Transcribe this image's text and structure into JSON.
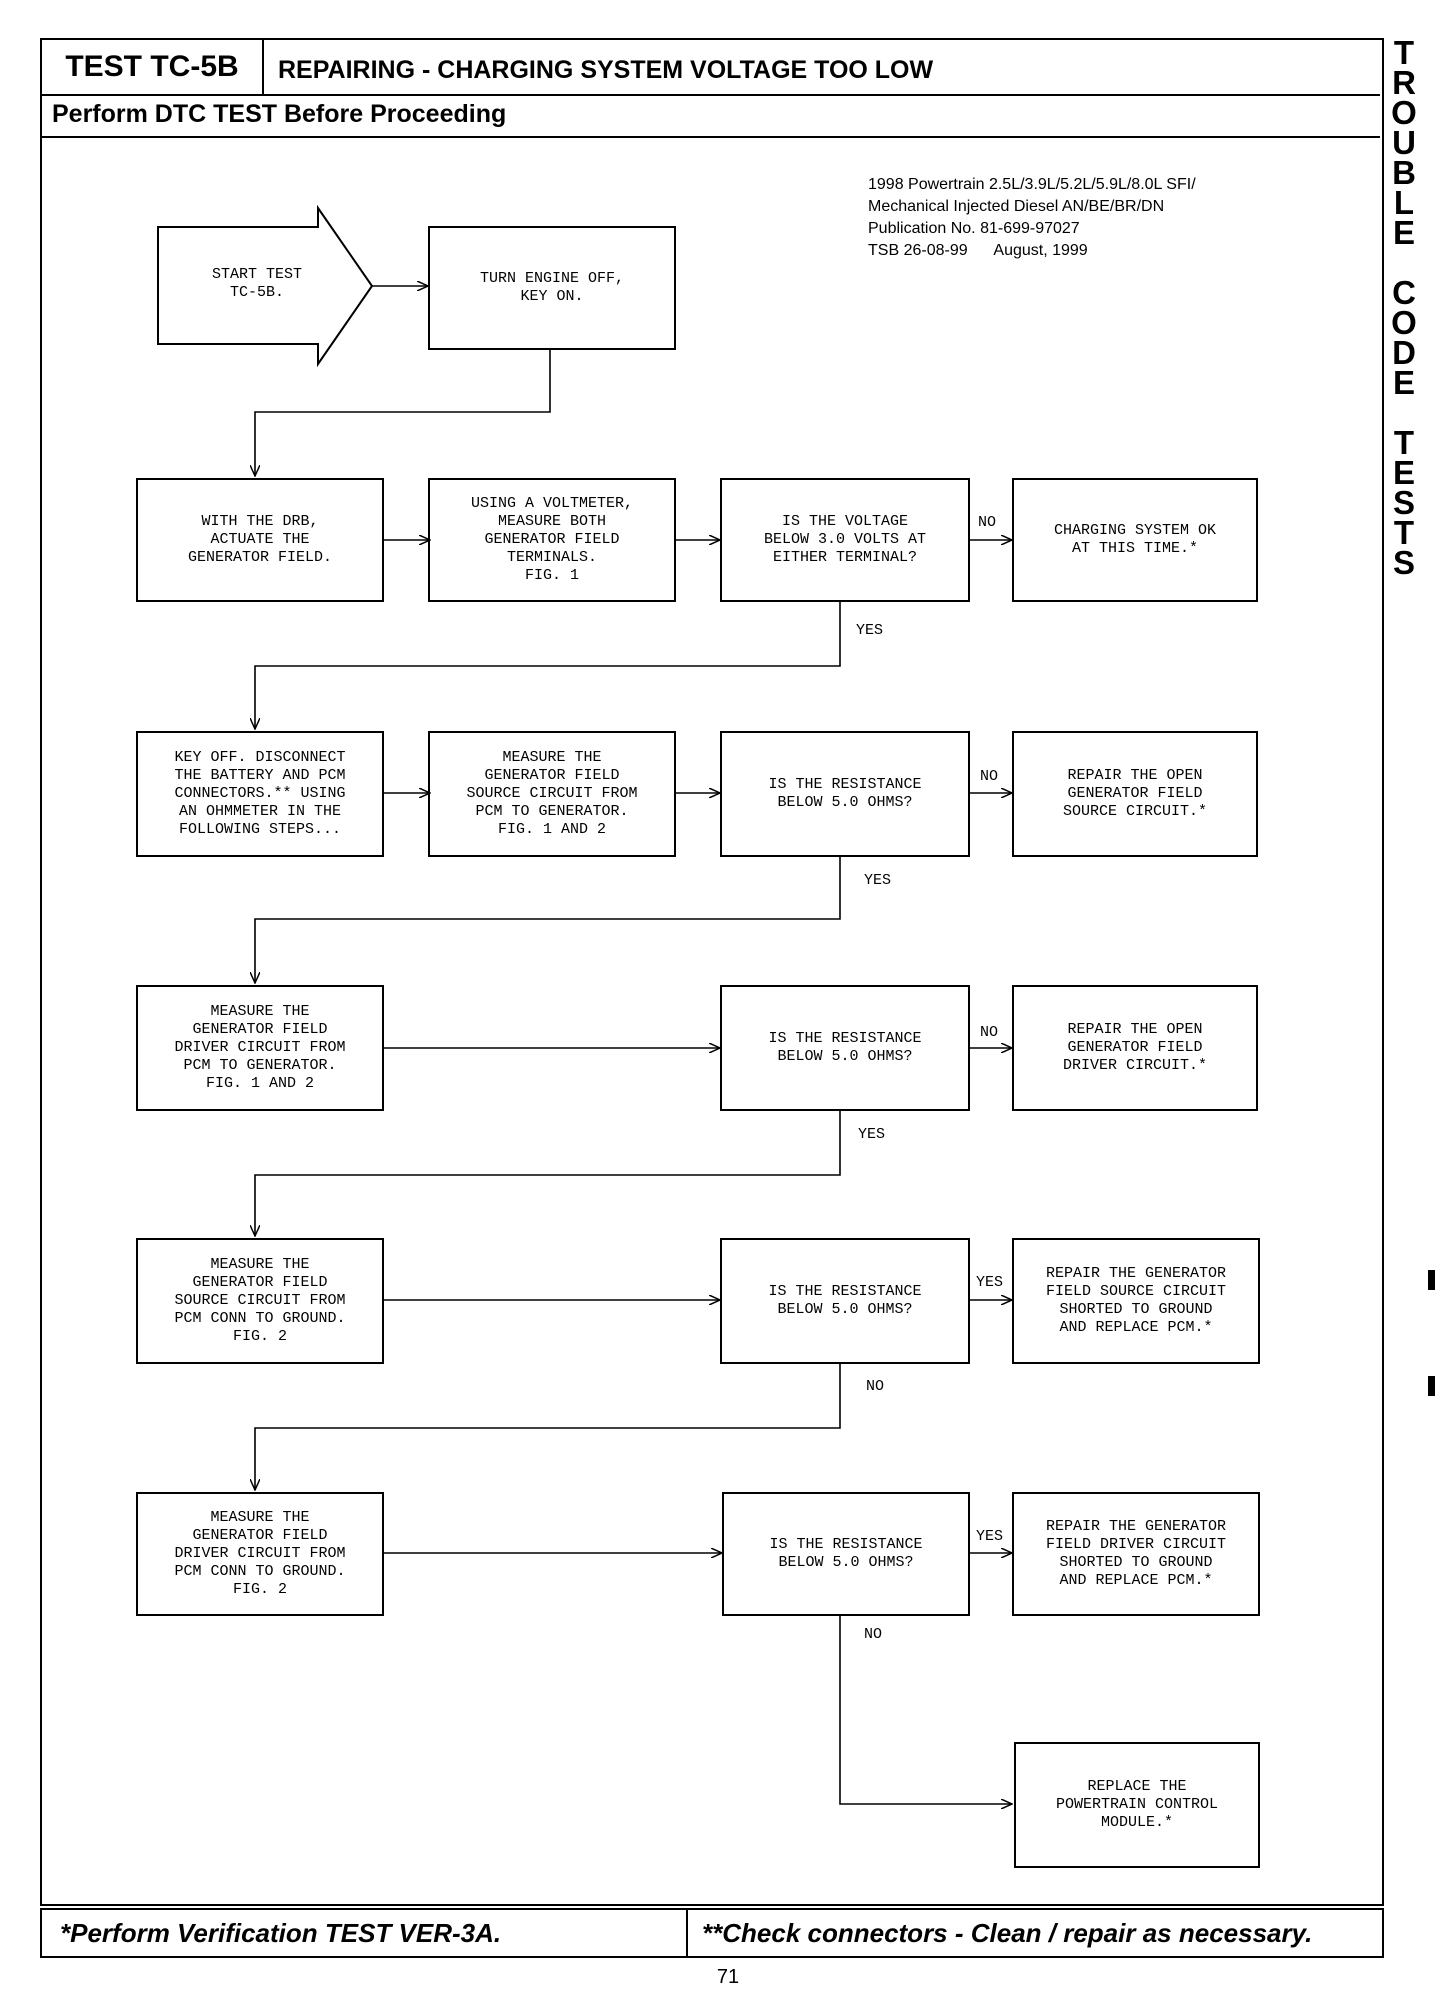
{
  "header": {
    "test_id": "TEST TC-5B",
    "title": "REPAIRING - CHARGING SYSTEM VOLTAGE TOO LOW",
    "subtitle": "Perform DTC TEST Before Proceeding"
  },
  "publication": "1998 Powertrain 2.5L/3.9L/5.2L/5.9L/8.0L SFI/\nMechanical Injected Diesel AN/BE/BR/DN\nPublication No. 81-699-97027\nTSB 26-08-99      August, 1999",
  "side_title": [
    "T",
    "R",
    "O",
    "U",
    "B",
    "L",
    "E",
    "",
    "C",
    "O",
    "D",
    "E",
    "",
    "T",
    "E",
    "S",
    "T",
    "S"
  ],
  "flow": {
    "start": "START TEST\nTC-5B.",
    "turn_off": "TURN ENGINE OFF,\nKEY ON.",
    "drb": "WITH THE DRB,\nACTUATE THE\nGENERATOR FIELD.",
    "voltmeter": "USING A VOLTMETER,\nMEASURE BOTH\nGENERATOR FIELD\nTERMINALS.\nFIG. 1",
    "q_voltage": "IS THE VOLTAGE\nBELOW 3.0 VOLTS AT\nEITHER TERMINAL?",
    "ok": "CHARGING SYSTEM OK\nAT THIS TIME.*",
    "key_off": "KEY OFF. DISCONNECT\nTHE BATTERY AND PCM\nCONNECTORS.** USING\nAN OHMMETER IN THE\nFOLLOWING STEPS...",
    "measure_source": "MEASURE THE\nGENERATOR FIELD\nSOURCE CIRCUIT FROM\nPCM TO GENERATOR.\nFIG. 1 AND 2",
    "q_res1": "IS THE RESISTANCE\nBELOW 5.0 OHMS?",
    "repair_source_open": "REPAIR THE OPEN\nGENERATOR FIELD\nSOURCE CIRCUIT.*",
    "measure_driver": "MEASURE THE\nGENERATOR FIELD\nDRIVER CIRCUIT FROM\nPCM TO GENERATOR.\nFIG. 1 AND 2",
    "q_res2": "IS THE RESISTANCE\nBELOW 5.0 OHMS?",
    "repair_driver_open": "REPAIR THE OPEN\nGENERATOR FIELD\nDRIVER CIRCUIT.*",
    "measure_source_gnd": "MEASURE THE\nGENERATOR FIELD\nSOURCE CIRCUIT FROM\nPCM CONN TO GROUND.\nFIG. 2",
    "q_res3": "IS THE RESISTANCE\nBELOW 5.0 OHMS?",
    "repair_source_short": "REPAIR THE GENERATOR\nFIELD SOURCE CIRCUIT\nSHORTED TO GROUND\nAND REPLACE PCM.*",
    "measure_driver_gnd": "MEASURE THE\nGENERATOR FIELD\nDRIVER CIRCUIT FROM\nPCM CONN TO GROUND.\nFIG. 2",
    "q_res4": "IS THE RESISTANCE\nBELOW 5.0 OHMS?",
    "repair_driver_short": "REPAIR THE GENERATOR\nFIELD DRIVER CIRCUIT\nSHORTED TO GROUND\nAND REPLACE PCM.*",
    "replace_pcm": "REPLACE THE\nPOWERTRAIN CONTROL\nMODULE.*"
  },
  "labels": {
    "yes": "YES",
    "no": "NO"
  },
  "footer": {
    "left": "*Perform Verification TEST VER-3A.",
    "right": "**Check connectors - Clean / repair as necessary."
  },
  "page_number": "71"
}
